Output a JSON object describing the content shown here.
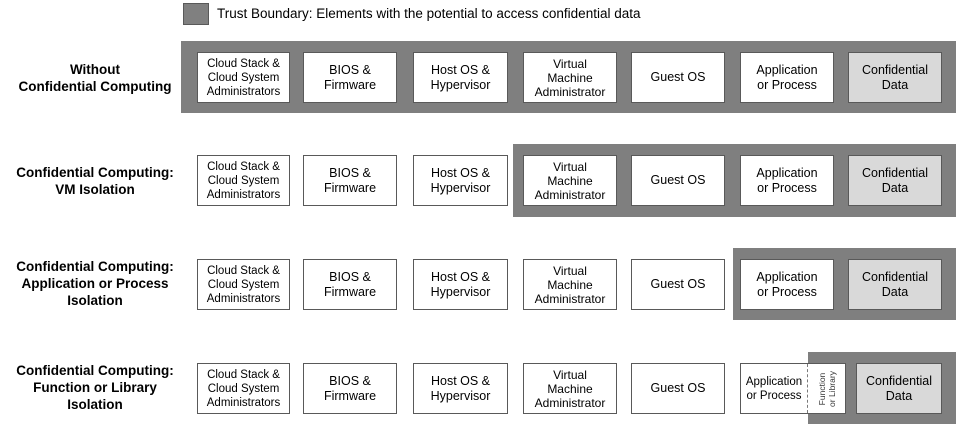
{
  "legend": {
    "label": "Trust Boundary: Elements with the potential to access confidential data",
    "swatch_color": "#808080"
  },
  "columns": [
    "Cloud Stack &\nCloud System\nAdministrators",
    "BIOS &\nFirmware",
    "Host OS &\nHypervisor",
    "Virtual\nMachine\nAdministrator",
    "Guest OS",
    "Application\nor Process",
    "Confidential\nData"
  ],
  "function_or_library_label": "Function\nor Library",
  "rows": [
    {
      "label": "Without\nConfidential Computing",
      "trust_boundary_covers": [
        "Cloud Stack & Cloud System Administrators",
        "BIOS & Firmware",
        "Host OS & Hypervisor",
        "Virtual Machine Administrator",
        "Guest OS",
        "Application or Process",
        "Confidential Data"
      ]
    },
    {
      "label": "Confidential Computing:\nVM Isolation",
      "trust_boundary_covers": [
        "Virtual Machine Administrator",
        "Guest OS",
        "Application or Process",
        "Confidential Data"
      ]
    },
    {
      "label": "Confidential Computing:\nApplication or Process\nIsolation",
      "trust_boundary_covers": [
        "Application or Process",
        "Confidential Data"
      ]
    },
    {
      "label": "Confidential Computing:\nFunction or Library\nIsolation",
      "trust_boundary_covers": [
        "Function or Library",
        "Confidential Data"
      ]
    }
  ],
  "colors": {
    "trust_boundary_gray": "#7f7f7f",
    "box_border": "#595959",
    "box_fill": "#ffffff",
    "confidential_data_fill": "#d9d9d9",
    "text": "#000000"
  }
}
